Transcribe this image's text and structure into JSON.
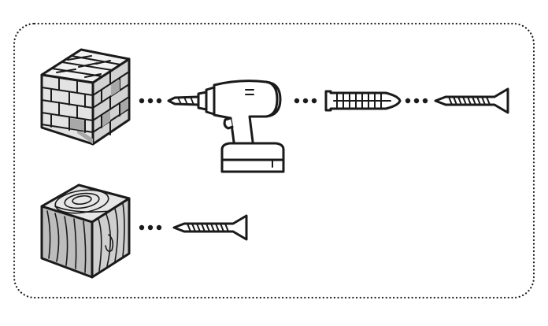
{
  "diagram": {
    "icons": {
      "frame": "dotted-rounded-frame",
      "brick_wall_cube": "brick-wall-cube-icon",
      "wood_cube": "wood-cube-icon",
      "drill": "cordless-drill-icon",
      "wall_plug": "wall-plug-anchor-icon",
      "screw": "screw-icon",
      "connector": "ellipsis-connector-icon"
    },
    "rows": [
      {
        "material": "brick-wall",
        "steps": [
          "drill",
          "wall-plug",
          "screw"
        ]
      },
      {
        "material": "wood",
        "steps": [
          "screw"
        ]
      }
    ],
    "colors": {
      "stroke": "#1a1a1a",
      "brick_light": "#f2f2f2",
      "brick_mid": "#d9d9d9",
      "brick_dark": "#a8a8a8",
      "wood_top": "#e6e6e6",
      "wood_front": "#bdbdbd",
      "wood_side": "#cfcfcf",
      "tool_fill": "#ffffff"
    }
  }
}
